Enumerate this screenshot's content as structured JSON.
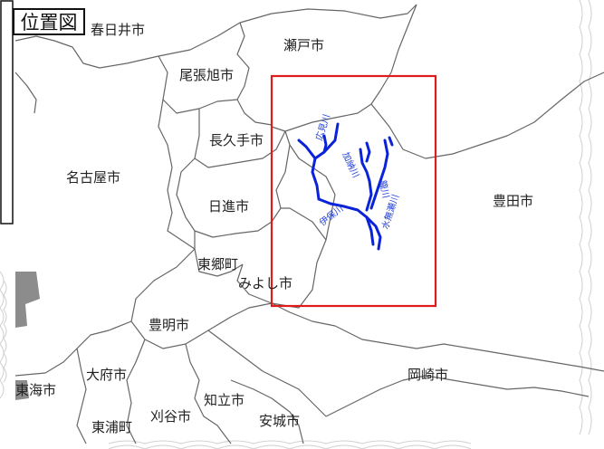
{
  "title": "位置図",
  "cities": {
    "kasugai": "春日井市",
    "seto": "瀬戸市",
    "owariasahi": "尾張旭市",
    "nagakute": "長久手市",
    "nagoya": "名古屋市",
    "nisshin": "日進市",
    "toyota": "豊田市",
    "togo": "東郷町",
    "miyoshi": "みよし市",
    "toyoake": "豊明市",
    "tokai": "東海市",
    "obu": "大府市",
    "okazaki": "岡崎市",
    "chiryu": "知立市",
    "kariya": "刈谷市",
    "higashiura": "東浦町",
    "anjo": "安城市"
  },
  "rivers": {
    "hirose": "広見川",
    "kano": "加納川",
    "ryu": "籠川",
    "ihoh": "伊保川",
    "mizukurase": "水無瀬川"
  },
  "colors": {
    "river": "#0a22d8",
    "highlight_box": "#e01b1b",
    "boundary": "#666666",
    "terrain": "#c9c9c9"
  }
}
